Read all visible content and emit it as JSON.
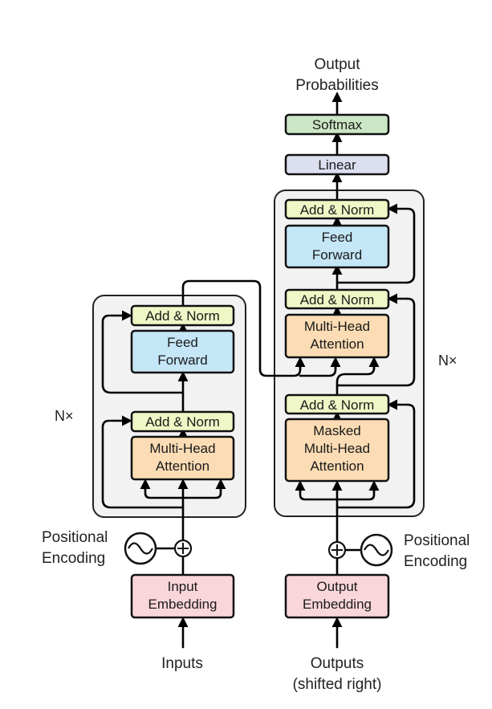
{
  "encoder": {
    "add_norm_top": "Add & Norm",
    "feed_forward_line1": "Feed",
    "feed_forward_line2": "Forward",
    "add_norm_bottom": "Add & Norm",
    "mha_line1": "Multi-Head",
    "mha_line2": "Attention",
    "repeat_label": "N×",
    "positional_line1": "Positional",
    "positional_line2": "Encoding",
    "embedding_line1": "Input",
    "embedding_line2": "Embedding",
    "input_label": "Inputs"
  },
  "decoder": {
    "output_line1": "Output",
    "output_line2": "Probabilities",
    "softmax": "Softmax",
    "linear": "Linear",
    "add_norm_top": "Add & Norm",
    "feed_forward_line1": "Feed",
    "feed_forward_line2": "Forward",
    "add_norm_mid": "Add & Norm",
    "mha_line1": "Multi-Head",
    "mha_line2": "Attention",
    "add_norm_bottom": "Add & Norm",
    "masked_line1": "Masked",
    "masked_line2": "Multi-Head",
    "masked_line3": "Attention",
    "repeat_label": "N×",
    "positional_line1": "Positional",
    "positional_line2": "Encoding",
    "embedding_line1": "Output",
    "embedding_line2": "Embedding",
    "input_line1": "Outputs",
    "input_line2": "(shifted right)"
  },
  "colors": {
    "add_norm": "#f0f7c6",
    "feed_forward": "#c4e6f7",
    "attention": "#fbdcb4",
    "embedding": "#f9d6da",
    "softmax": "#cbe6c4",
    "linear": "#dcdff0",
    "stack_background": "#f2f2f2"
  }
}
